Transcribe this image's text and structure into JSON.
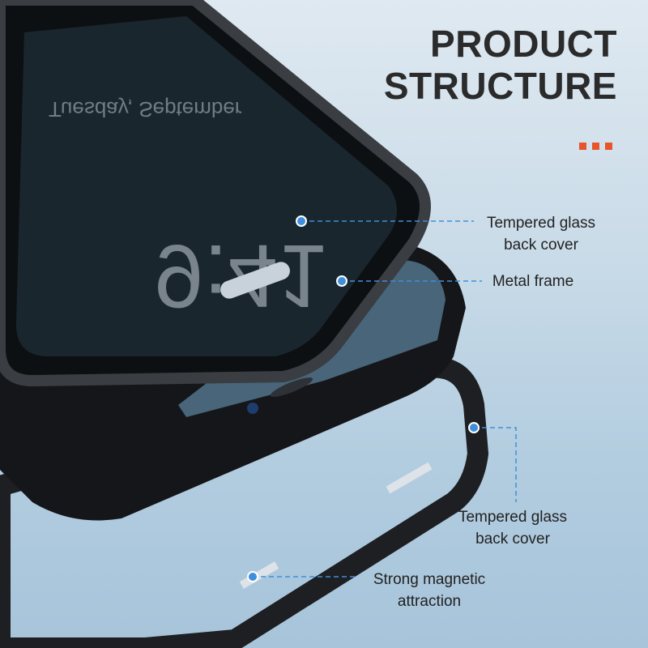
{
  "header": {
    "title_line1": "PRODUCT",
    "title_line2": "STRUCTURE"
  },
  "accent_color": "#e8552b",
  "callout_color": "#3f8fdc",
  "screen": {
    "time": "9:41",
    "date": "Tuesday, September"
  },
  "callouts": [
    {
      "line1": "Tempered glass",
      "line2": "back cover"
    },
    {
      "line1": "Metal frame",
      "line2": ""
    },
    {
      "line1": "Tempered glass",
      "line2": "back cover"
    },
    {
      "line1": "Strong magnetic",
      "line2": "attraction"
    }
  ]
}
